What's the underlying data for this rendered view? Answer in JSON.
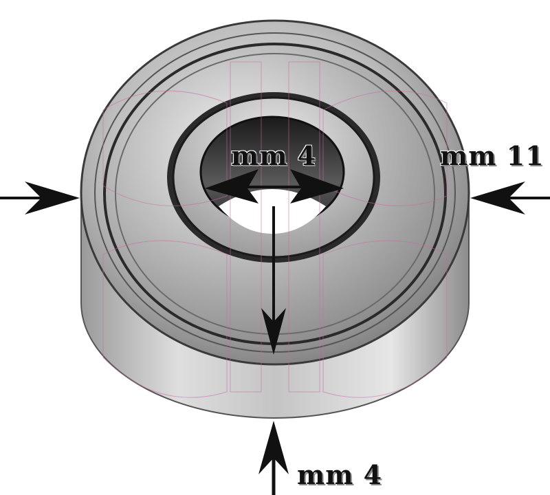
{
  "image": {
    "subject": "ball-bearing",
    "colors": {
      "metal_light": "#d9d9d9",
      "metal_mid": "#a8a8a8",
      "metal_dark": "#4a4a4a",
      "shadow": "#1a1a1a",
      "arrow": "#111111",
      "watermark": "#cc66aa"
    }
  },
  "dimensions": {
    "bore": {
      "label": "mm 4"
    },
    "outer_diameter": {
      "label": "mm 11"
    },
    "width": {
      "label": "mm 4"
    }
  }
}
